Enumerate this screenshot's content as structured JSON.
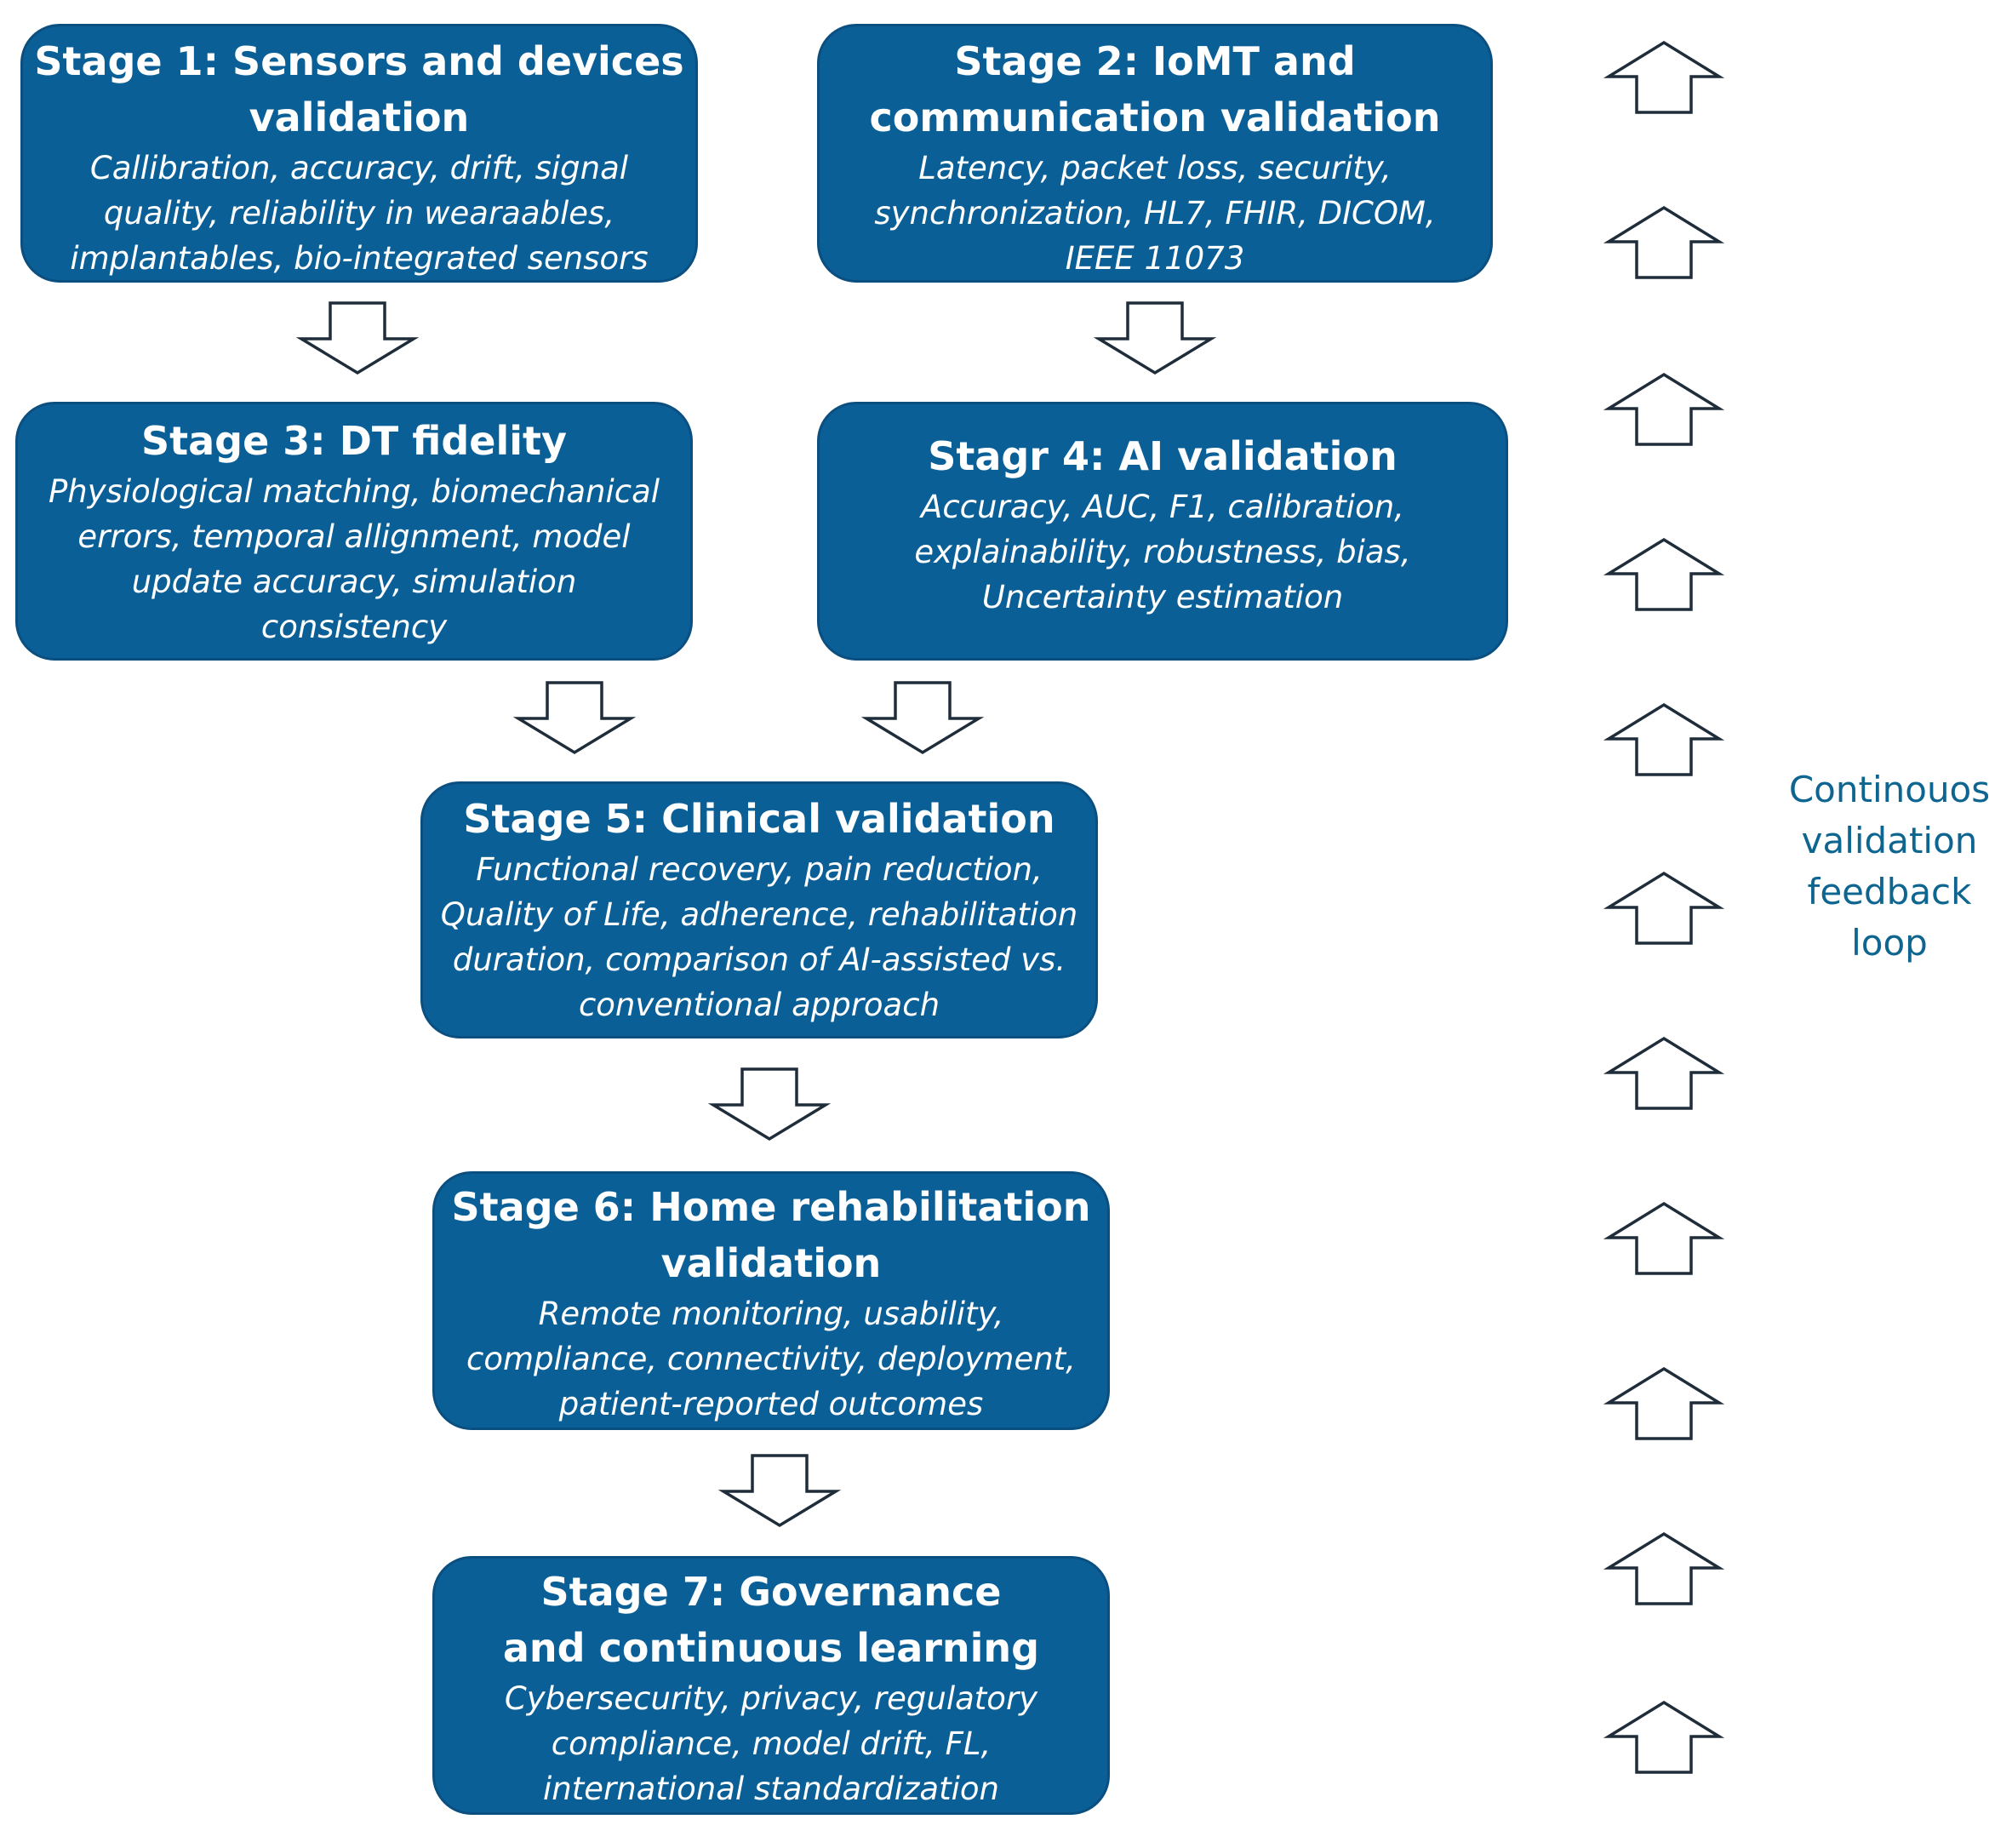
{
  "stages": [
    {
      "title": "Stage 1: Sensors and devices\nvalidation",
      "description": "Callibration, accuracy, drift, signal\nquality, reliability in wearaables,\nimplantables, bio-integrated sensors"
    },
    {
      "title": "Stage 2: IoMT and\ncommunication validation",
      "description": "Latency, packet loss, security,\nsynchronization, HL7, FHIR, DICOM,\nIEEE 11073"
    },
    {
      "title": "Stage 3: DT fidelity",
      "description": "Physiological matching, biomechanical\nerrors, temporal allignment, model\nupdate accuracy, simulation\nconsistency"
    },
    {
      "title": "Stagr 4: AI validation",
      "description": "Accuracy, AUC, F1, calibration,\nexplainability, robustness, bias,\nUncertainty estimation"
    },
    {
      "title": "Stage 5: Clinical validation",
      "description": "Functional recovery, pain reduction,\nQuality of Life, adherence,  rehabilitation\nduration, comparison of AI-assisted vs.\nconventional approach"
    },
    {
      "title": "Stage 6: Home rehabilitation\nvalidation",
      "description": "Remote monitoring, usability,\ncompliance, connectivity, deployment,\npatient-reported outcomes"
    },
    {
      "title": "Stage 7: Governance\nand continuous learning",
      "description": "Cybersecurity, privacy, regulatory\ncompliance, model drift, FL,\ninternational standardization"
    }
  ],
  "feedback_loop": {
    "label": "Continouos\nvalidation\nfeedback\nloop"
  },
  "colors": {
    "box_fill": "#0b5f97",
    "box_text": "#ffffff",
    "arrow_stroke": "#1f2d3a",
    "loop_label": "#0d6590"
  }
}
